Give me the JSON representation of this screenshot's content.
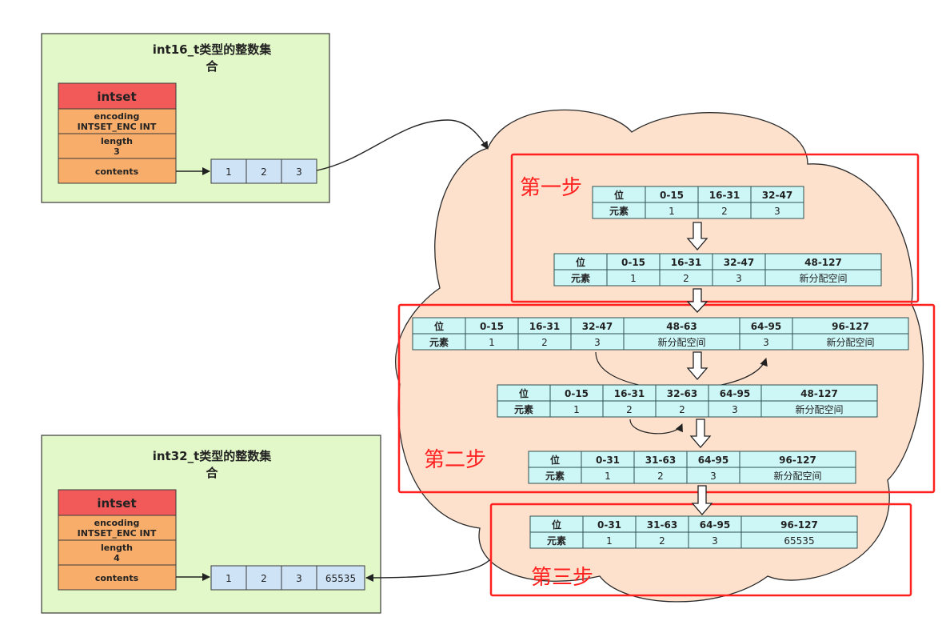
{
  "colors": {
    "green_panel": "#e3f8c8",
    "red_header": "#f25a5a",
    "orange_field": "#f8ad6a",
    "blue_cell": "#cfe3f7",
    "cyan_cell": "#cdf7f7",
    "cloud_fill": "#fde1cc",
    "step_red": "#ff2020"
  },
  "intset16": {
    "title_line1": "int16_t类型的整数集",
    "title_line2": "合",
    "header": "intset",
    "encoding_label": "encoding",
    "encoding_value": "INTSET_ENC INT",
    "length_label": "length",
    "length_value": "3",
    "contents_label": "contents",
    "array": [
      "1",
      "2",
      "3"
    ]
  },
  "intset32": {
    "title_line1": "int32_t类型的整数集",
    "title_line2": "合",
    "header": "intset",
    "encoding_label": "encoding",
    "encoding_value": "INTSET_ENC INT",
    "length_label": "length",
    "length_value": "4",
    "contents_label": "contents",
    "array": [
      "1",
      "2",
      "3",
      "65535"
    ]
  },
  "steps": {
    "step1": "第一步",
    "step2": "第二步",
    "step3": "第三步"
  },
  "tables": {
    "row_label_pos": "位",
    "row_label_elem": "元素",
    "t1": {
      "pos": [
        "0-15",
        "16-31",
        "32-47"
      ],
      "elem": [
        "1",
        "2",
        "3"
      ]
    },
    "t2": {
      "pos": [
        "0-15",
        "16-31",
        "32-47",
        "48-127"
      ],
      "elem": [
        "1",
        "2",
        "3",
        "新分配空间"
      ]
    },
    "t3": {
      "pos": [
        "0-15",
        "16-31",
        "32-47",
        "48-63",
        "64-95",
        "96-127"
      ],
      "elem": [
        "1",
        "2",
        "3",
        "新分配空间",
        "3",
        "新分配空间"
      ]
    },
    "t4": {
      "pos": [
        "0-15",
        "16-31",
        "32-63",
        "64-95",
        "48-127"
      ],
      "elem": [
        "1",
        "2",
        "2",
        "3",
        "新分配空间"
      ]
    },
    "t5": {
      "pos": [
        "0-31",
        "31-63",
        "64-95",
        "96-127"
      ],
      "elem": [
        "1",
        "2",
        "3",
        "新分配空间"
      ]
    },
    "t6": {
      "pos": [
        "0-31",
        "31-63",
        "64-95",
        "96-127"
      ],
      "elem": [
        "1",
        "2",
        "3",
        "65535"
      ]
    }
  }
}
